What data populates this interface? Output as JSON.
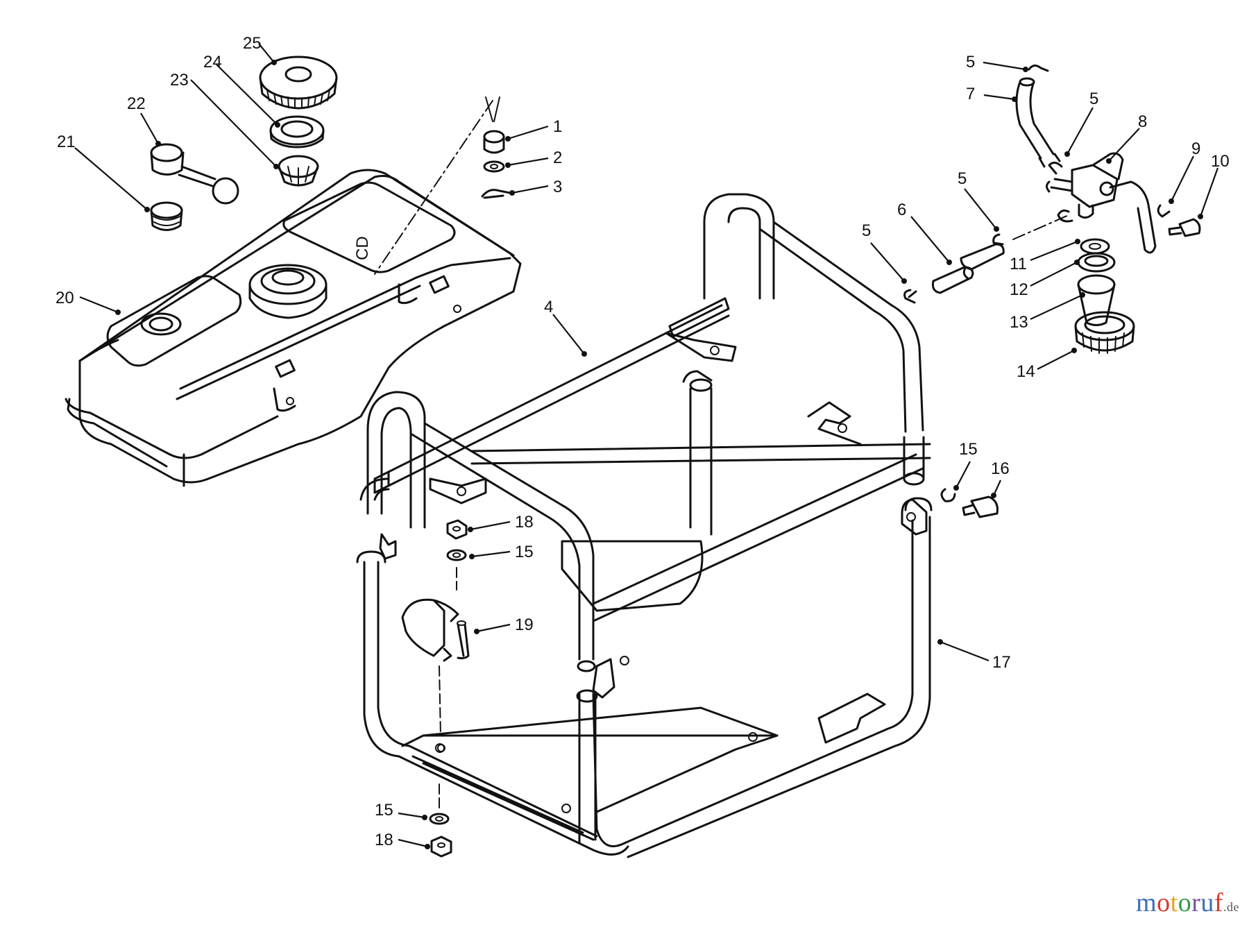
{
  "callouts": [
    {
      "id": "c1",
      "text": "1"
    },
    {
      "id": "c2",
      "text": "2"
    },
    {
      "id": "c3",
      "text": "3"
    },
    {
      "id": "c4",
      "text": "4"
    },
    {
      "id": "c5a",
      "text": "5"
    },
    {
      "id": "c5b",
      "text": "5"
    },
    {
      "id": "c5c",
      "text": "5"
    },
    {
      "id": "c5d",
      "text": "5"
    },
    {
      "id": "c6",
      "text": "6"
    },
    {
      "id": "c7",
      "text": "7"
    },
    {
      "id": "c8",
      "text": "8"
    },
    {
      "id": "c9",
      "text": "9"
    },
    {
      "id": "c10",
      "text": "10"
    },
    {
      "id": "c11",
      "text": "11"
    },
    {
      "id": "c12",
      "text": "12"
    },
    {
      "id": "c13",
      "text": "13"
    },
    {
      "id": "c14",
      "text": "14"
    },
    {
      "id": "c15a",
      "text": "15"
    },
    {
      "id": "c15b",
      "text": "15"
    },
    {
      "id": "c15c",
      "text": "15"
    },
    {
      "id": "c16",
      "text": "16"
    },
    {
      "id": "c17",
      "text": "17"
    },
    {
      "id": "c18a",
      "text": "18"
    },
    {
      "id": "c18b",
      "text": "18"
    },
    {
      "id": "c19",
      "text": "19"
    },
    {
      "id": "c20",
      "text": "20"
    },
    {
      "id": "c21",
      "text": "21"
    },
    {
      "id": "c22",
      "text": "22"
    },
    {
      "id": "c23",
      "text": "23"
    },
    {
      "id": "c24",
      "text": "24"
    },
    {
      "id": "c25",
      "text": "25"
    }
  ],
  "watermark": {
    "parts": [
      "m",
      "o",
      "t",
      "o",
      "r",
      "u",
      "f"
    ],
    "suffix": ".de",
    "colors": [
      "#3b6fb6",
      "#d93a2b",
      "#e1a81f",
      "#2f9a48",
      "#7a4fa0"
    ]
  }
}
